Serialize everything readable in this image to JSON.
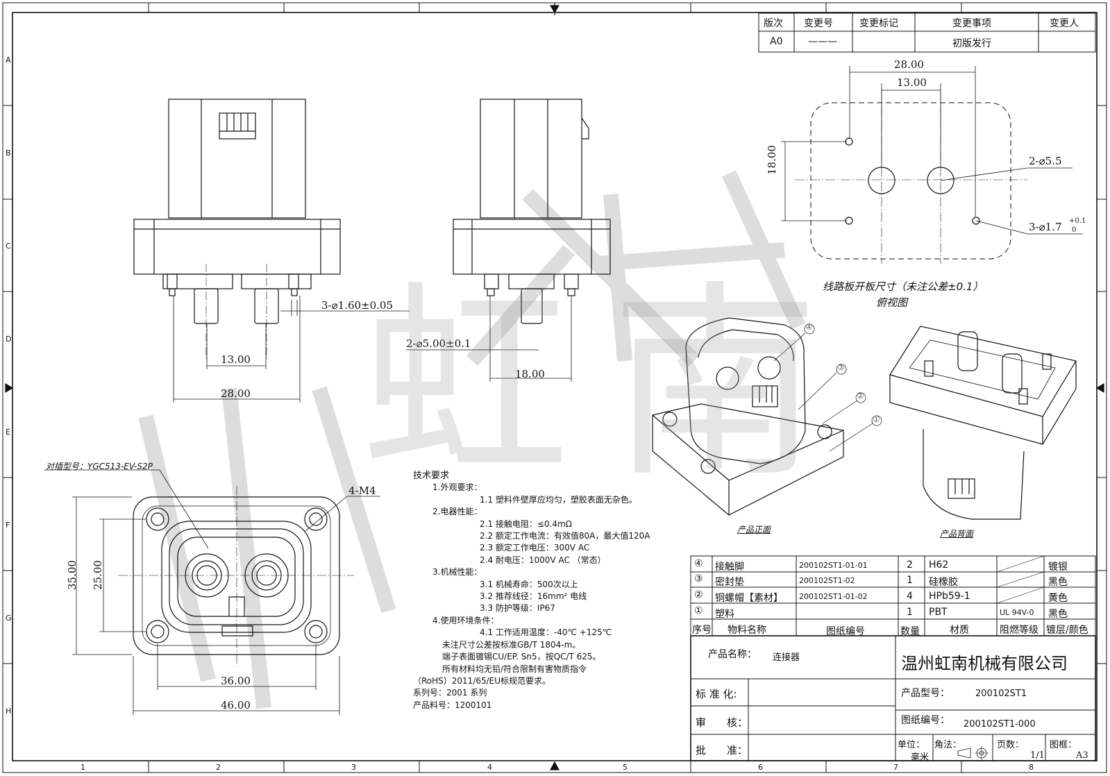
{
  "revision_table": {
    "headers": [
      "版次",
      "变更号",
      "变更标记",
      "变更事项",
      "变更人"
    ],
    "row": [
      "A0",
      "———",
      "",
      "初版发行",
      ""
    ]
  },
  "dims": {
    "pin_dia": "3-⌀1.60±0.05",
    "d13": "13.00",
    "d28": "28.00",
    "pin2": "2-⌀5.00±0.1",
    "d18": "18.00",
    "pcb_28": "28.00",
    "pcb_13": "13.00",
    "pcb_18": "18.00",
    "hole55": "2-⌀5.5",
    "hole17": "3-⌀1.7",
    "hole17_tol_up": "+0.1",
    "hole17_tol_dn": "0",
    "m4": "4-M4",
    "d35": "35.00",
    "d25": "25.00",
    "d36": "36.00",
    "d46": "46.00"
  },
  "captions": {
    "pcb_title": "线路板开板尺寸（未注公差±0.1）",
    "pcb_view": "俯视图",
    "mating": "对插型号：YGC513-EV-S2P",
    "front": "产品正面",
    "back": "产品背面"
  },
  "callouts": [
    "④",
    "③",
    "②",
    "①"
  ],
  "watermark": "虹南",
  "tech_req": [
    "技术要求",
    "1.外观要求：",
    "1.1 塑料件壁厚应均匀，塑胶表面无杂色。",
    "2.电器性能：",
    "2.1 接触电阻：≤0.4mΩ",
    "2.2 额定工作电流：有效值80A，最大值120A",
    "2.3 额定工作电压：300V AC",
    "2.4 耐电压：1000V AC （常态）",
    "3.机械性能：",
    "3.1 机械寿命：500次以上",
    "3.2 推荐线径：16mm² 电线",
    "3.3 防护等级：IP67",
    "4.使用环境条件：",
    "4.1 工作适用温度：-40℃ +125℃",
    "未注尺寸公差按标准GB/T 1804-m。",
    "端子表面镀锡CU/EP. Sn5，按QC/T 625。",
    "所有材料均无铅/符合限制有害物质指令",
    "（RoHS）2011/65/EU标规范要求。",
    "系列号：2001 系列",
    "产品料号：1200101"
  ],
  "bom": {
    "rows": [
      {
        "no": "④",
        "name": "接触脚",
        "drawing": "200102ST1-01-01",
        "qty": "2",
        "material": "H62",
        "flame": "",
        "finish": "镀银"
      },
      {
        "no": "③",
        "name": "密封垫",
        "drawing": "200102ST1-02",
        "qty": "1",
        "material": "硅橡胶",
        "flame": "",
        "finish": "黑色"
      },
      {
        "no": "②",
        "name": "铜螺帽【素材】",
        "drawing": "200102ST1-01-02",
        "qty": "4",
        "material": "HPb59-1",
        "flame": "",
        "finish": "黄色"
      },
      {
        "no": "①",
        "name": "塑料",
        "drawing": "",
        "qty": "1",
        "material": "PBT",
        "flame": "UL 94V-0",
        "finish": "黑色"
      }
    ],
    "headers": [
      "序号",
      "物料名称",
      "图纸编号",
      "数量",
      "材质",
      "阻燃等级",
      "镀层/颜色"
    ]
  },
  "title_block": {
    "product_name_label": "产品名称：",
    "product_name": "连接器",
    "company": "温州虹南机械有限公司",
    "standard_label": "标 准 化:",
    "model_label": "产品型号：",
    "model": "200102ST1",
    "review_label": "审　　核：",
    "drawing_no_label": "图纸编号：",
    "drawing_no": "200102ST1-000",
    "approve_label": "批　　准：",
    "unit_label": "单位：",
    "unit": "毫米",
    "angle_label": "角法：",
    "page_label": "页数：",
    "page": "1/1",
    "size_label": "图框：",
    "size": "A3"
  },
  "frame": {
    "cols": [
      "1",
      "2",
      "3",
      "4",
      "5",
      "6",
      "7",
      "8"
    ],
    "rows": [
      "A",
      "B",
      "C",
      "D",
      "E",
      "F",
      "G",
      "H"
    ]
  }
}
